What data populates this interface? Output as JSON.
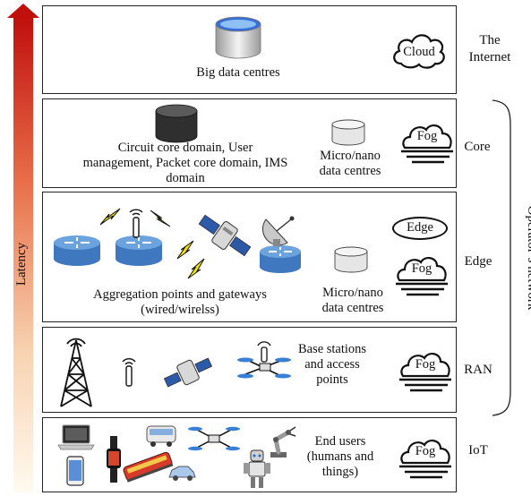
{
  "latency_label": "Latency",
  "operator_label": "Operator’s network",
  "layers": {
    "internet": {
      "text": "Big data centres",
      "cloud_label": "Cloud",
      "side_label_1": "The",
      "side_label_2": "Internet"
    },
    "core": {
      "domains_line1": "Circuit core domain, User",
      "domains_line2": "management, Packet core domain, IMS",
      "domains_line3": "domain",
      "dc_line1": "Micro/nano",
      "dc_line2": "data centres",
      "fog_label": "Fog",
      "side_label": "Core"
    },
    "edge": {
      "agg_line1": "Aggregation points and gateways",
      "agg_line2": "(wired/wirelss)",
      "dc_line1": "Micro/nano",
      "dc_line2": "data centres",
      "edge_label": "Edge",
      "fog_label": "Fog",
      "side_label": "Edge"
    },
    "ran": {
      "bs_line1": "Base stations",
      "bs_line2": "and access",
      "bs_line3": "points",
      "fog_label": "Fog",
      "side_label": "RAN"
    },
    "iot": {
      "eu_line1": "End users",
      "eu_line2": "(humans and",
      "eu_line3": "things)",
      "fog_label": "Fog",
      "side_label": "IoT"
    }
  },
  "colors": {
    "arrow_top": "#c0100c",
    "arrow_bottom": "#fffaf0",
    "router_blue": "#4f87c6",
    "db_dark": "#2b2b2b",
    "db_light": "#e2e2e2",
    "bolt_yellow": "#f5e400"
  },
  "icons": [
    "database-icon",
    "cloud-icon",
    "fog-icon",
    "router-icon",
    "satellite-icon",
    "satellite-dish-icon",
    "lightning-icon",
    "antenna-icon",
    "cell-tower-icon",
    "drone-icon",
    "laptop-icon",
    "smartphone-icon",
    "smartwatch-icon",
    "bus-icon",
    "train-icon",
    "car-icon",
    "robot-icon",
    "robot-arm-icon"
  ]
}
